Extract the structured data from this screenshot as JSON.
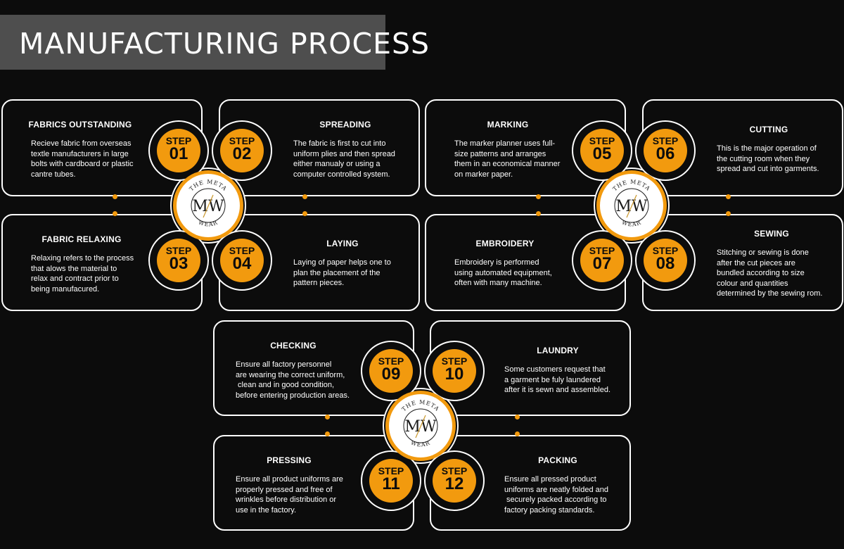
{
  "title": "MANUFACTURING PROCESS",
  "step_label": "STEP",
  "logo": {
    "text_top": "THE META",
    "monogram": "MW",
    "text_bottom": "WEAR"
  },
  "colors": {
    "accent": "#f29a0e",
    "background": "#0c0c0c",
    "title_bar": "#4e4e4e",
    "text": "#ffffff"
  },
  "steps": [
    {
      "number": "01",
      "title": "FABRICS OUTSTANDING",
      "lines": [
        "Recieve fabric from overseas",
        "textle manufacturers in large",
        "bolts with cardboard or plastic",
        "cantre tubes."
      ]
    },
    {
      "number": "02",
      "title": "SPREADING",
      "lines": [
        "The fabric is first to cut into",
        "uniform plies and then spread",
        "either manualy or using a",
        "computer controlled system."
      ]
    },
    {
      "number": "03",
      "title": "FABRIC RELAXING",
      "lines": [
        "Relaxing refers to the process",
        "that alows the material to",
        "relax and contract prior to",
        "being manufacured."
      ]
    },
    {
      "number": "04",
      "title": "LAYING",
      "lines": [
        "Laying of paper helps one to",
        "plan the placement of the",
        "pattern pieces."
      ]
    },
    {
      "number": "05",
      "title": "MARKING",
      "lines": [
        "The marker planner uses full-",
        "size patterns and arranges",
        "them in an economical manner",
        "on marker paper."
      ]
    },
    {
      "number": "06",
      "title": "CUTTING",
      "lines": [
        "This is the major operation of",
        "the cutting room when they",
        "spread and cut into garments."
      ]
    },
    {
      "number": "07",
      "title": "EMBROIDERY",
      "lines": [
        "Embroidery is performed",
        "using automated equipment,",
        "often with many machine."
      ]
    },
    {
      "number": "08",
      "title": "SEWING",
      "lines": [
        "Stitching or sewing is done",
        "after the cut pieces are",
        "bundled according to size",
        "colour and quantities",
        "determined by the sewing rom."
      ]
    },
    {
      "number": "09",
      "title": "CHECKING",
      "lines": [
        "Ensure all factory personnel",
        "are wearing the correct uniform,",
        " clean and in good condition,",
        "before entering production areas."
      ]
    },
    {
      "number": "10",
      "title": "LAUNDRY",
      "lines": [
        "Some customers request that",
        "a garment be fuly laundered",
        "after it is sewn and assembled."
      ]
    },
    {
      "number": "11",
      "title": "PRESSING",
      "lines": [
        "Ensure all product uniforms are",
        "properly pressed and free of",
        "wrinkles before distribution or",
        "use in the factory."
      ]
    },
    {
      "number": "12",
      "title": "PACKING",
      "lines": [
        "Ensure all pressed product",
        "uniforms are neatly folded and",
        " securely packed according to",
        "factory packing standards."
      ]
    }
  ]
}
